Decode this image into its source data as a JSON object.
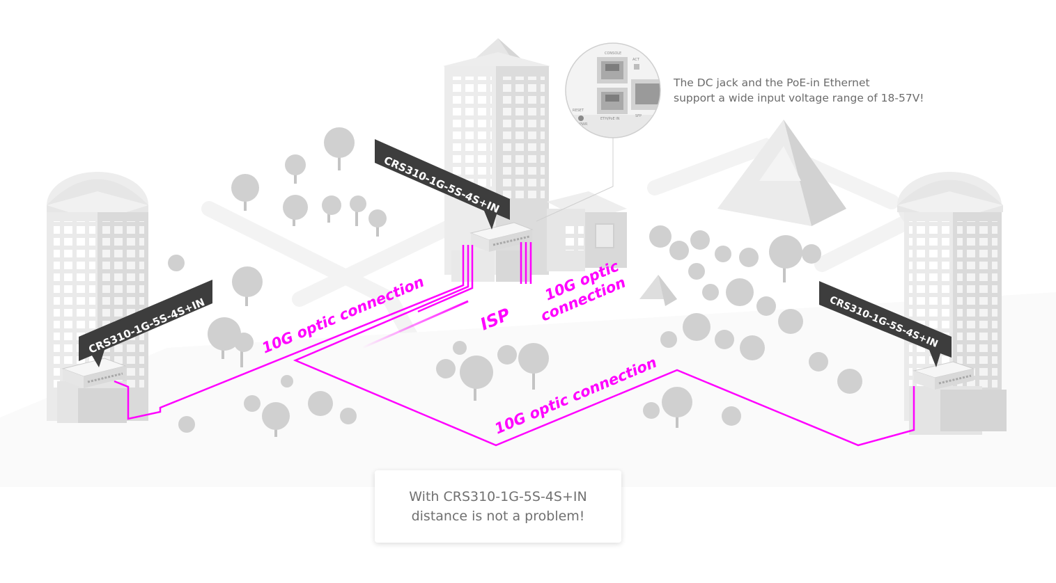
{
  "devices": {
    "center_label": "CRS310-1G-5S-4S+IN",
    "left_label": "CRS310-1G-5S-4S+IN",
    "right_label": "CRS310-1G-5S-4S+IN"
  },
  "connections": {
    "left_link": "10G optic connection",
    "isp": "ISP",
    "center_right_link_line1": "10G optic",
    "center_right_link_line2": "connection",
    "bottom_link": "10G optic connection"
  },
  "port_labels": {
    "console": "CONSOLE",
    "eth": "ETH/PoE IN",
    "act": "ACT",
    "reset": "RESET",
    "sfp": "SFP",
    "power": "PWR"
  },
  "callout": {
    "line1": "The DC jack and the PoE-in Ethernet",
    "line2": "support a wide input voltage range of 18-57V!"
  },
  "summary": {
    "line1": "With CRS310-1G-5S-4S+IN",
    "line2": "distance is not a problem!"
  },
  "colors": {
    "accent": "#ff00ff",
    "tag_bg": "#3c3c3c",
    "building": "#e4e4e4",
    "tree": "#cfcfcf"
  }
}
